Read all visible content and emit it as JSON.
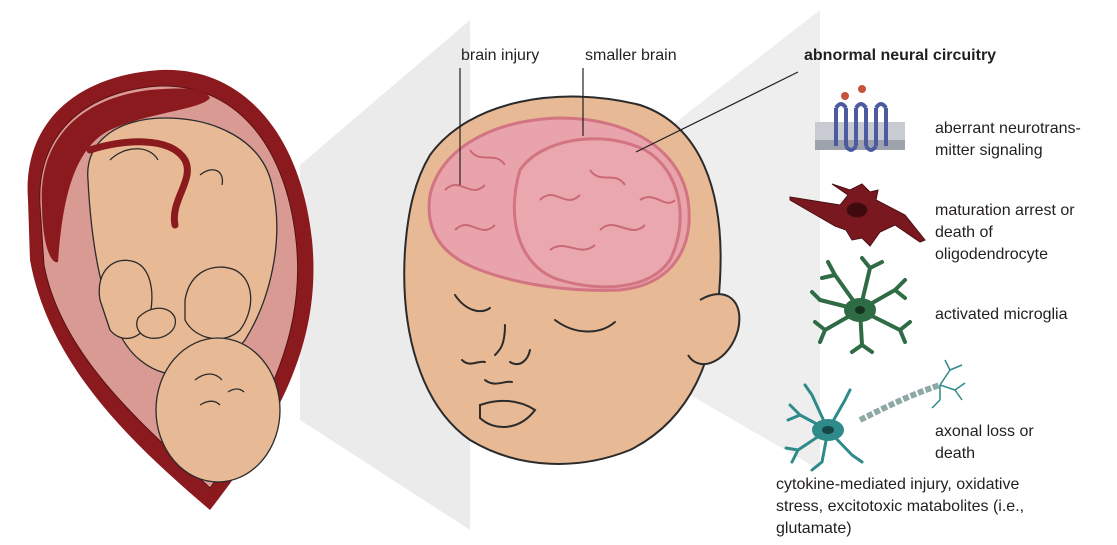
{
  "labels": {
    "brain_injury": "brain injury",
    "smaller_brain": "smaller brain",
    "abnormal_circuitry": "abnormal neural circuitry"
  },
  "legend": {
    "neurotransmitter": [
      "aberrant neurotrans-",
      "mitter signaling"
    ],
    "oligodendrocyte": [
      "maturation arrest or",
      "death of",
      "oligodendrocyte"
    ],
    "microglia": [
      "activated microglia"
    ],
    "axon": [
      "axonal loss or",
      "death"
    ]
  },
  "footer": [
    "cytokine-mediated injury, oxidative",
    "stress, excitotoxic matabolites (i.e.,",
    "glutamate)"
  ],
  "colors": {
    "uterus_wall": "#8b1a1e",
    "amniotic": "#d99a94",
    "skin": "#e8b995",
    "brain": "#e9a3ab",
    "brain_outline": "#d27481",
    "oligo": "#7a1820",
    "microglia": "#2f6b45",
    "neuron": "#2f8a8a",
    "receptor": "#4c5aa0",
    "ligand": "#c6533b"
  }
}
